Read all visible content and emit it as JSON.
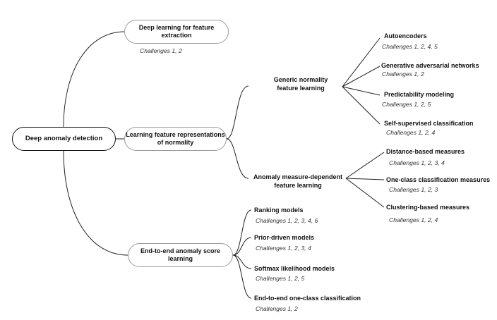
{
  "root": {
    "label": "Deep anomaly detection"
  },
  "branches": {
    "deep_feature": {
      "title": "Deep learning for feature extraction",
      "challenges": "Challenges 1, 2"
    },
    "normality": {
      "title": "Learning feature representations of normality"
    },
    "end_to_end": {
      "title": "End-to-end anomaly score learning"
    }
  },
  "generic": {
    "title": "Generic normality feature learning",
    "items": [
      {
        "name": "Autoencoders",
        "challenges": "Challenges 1, 2, 4, 5"
      },
      {
        "name": "Generative adversarial networks",
        "challenges": "Challenges 1, 2"
      },
      {
        "name": "Predictability modeling",
        "challenges": "Challenges 1, 2, 5"
      },
      {
        "name": "Self-supervised classification",
        "challenges": "Challenges 1, 2, 4"
      }
    ]
  },
  "measure": {
    "title": "Anomaly measure-dependent feature learning",
    "items": [
      {
        "name": "Distance-based measures",
        "challenges": "Challenges 1, 2, 3, 4"
      },
      {
        "name": "One-class classification measures",
        "challenges": "Challenges 1, 2, 3"
      },
      {
        "name": "Clustering-based measures",
        "challenges": "Challenges 1, 2, 4"
      }
    ]
  },
  "e2e_items": [
    {
      "name": "Ranking models",
      "challenges": "Challenges 1, 2, 3, 4, 6"
    },
    {
      "name": "Prior-driven models",
      "challenges": "Challenges 1, 2, 3, 4"
    },
    {
      "name": "Softmax likelihood models",
      "challenges": "Challenges 1, 2, 5"
    },
    {
      "name": "End-to-end one-class classification",
      "challenges": "Challenges 1, 2"
    }
  ]
}
